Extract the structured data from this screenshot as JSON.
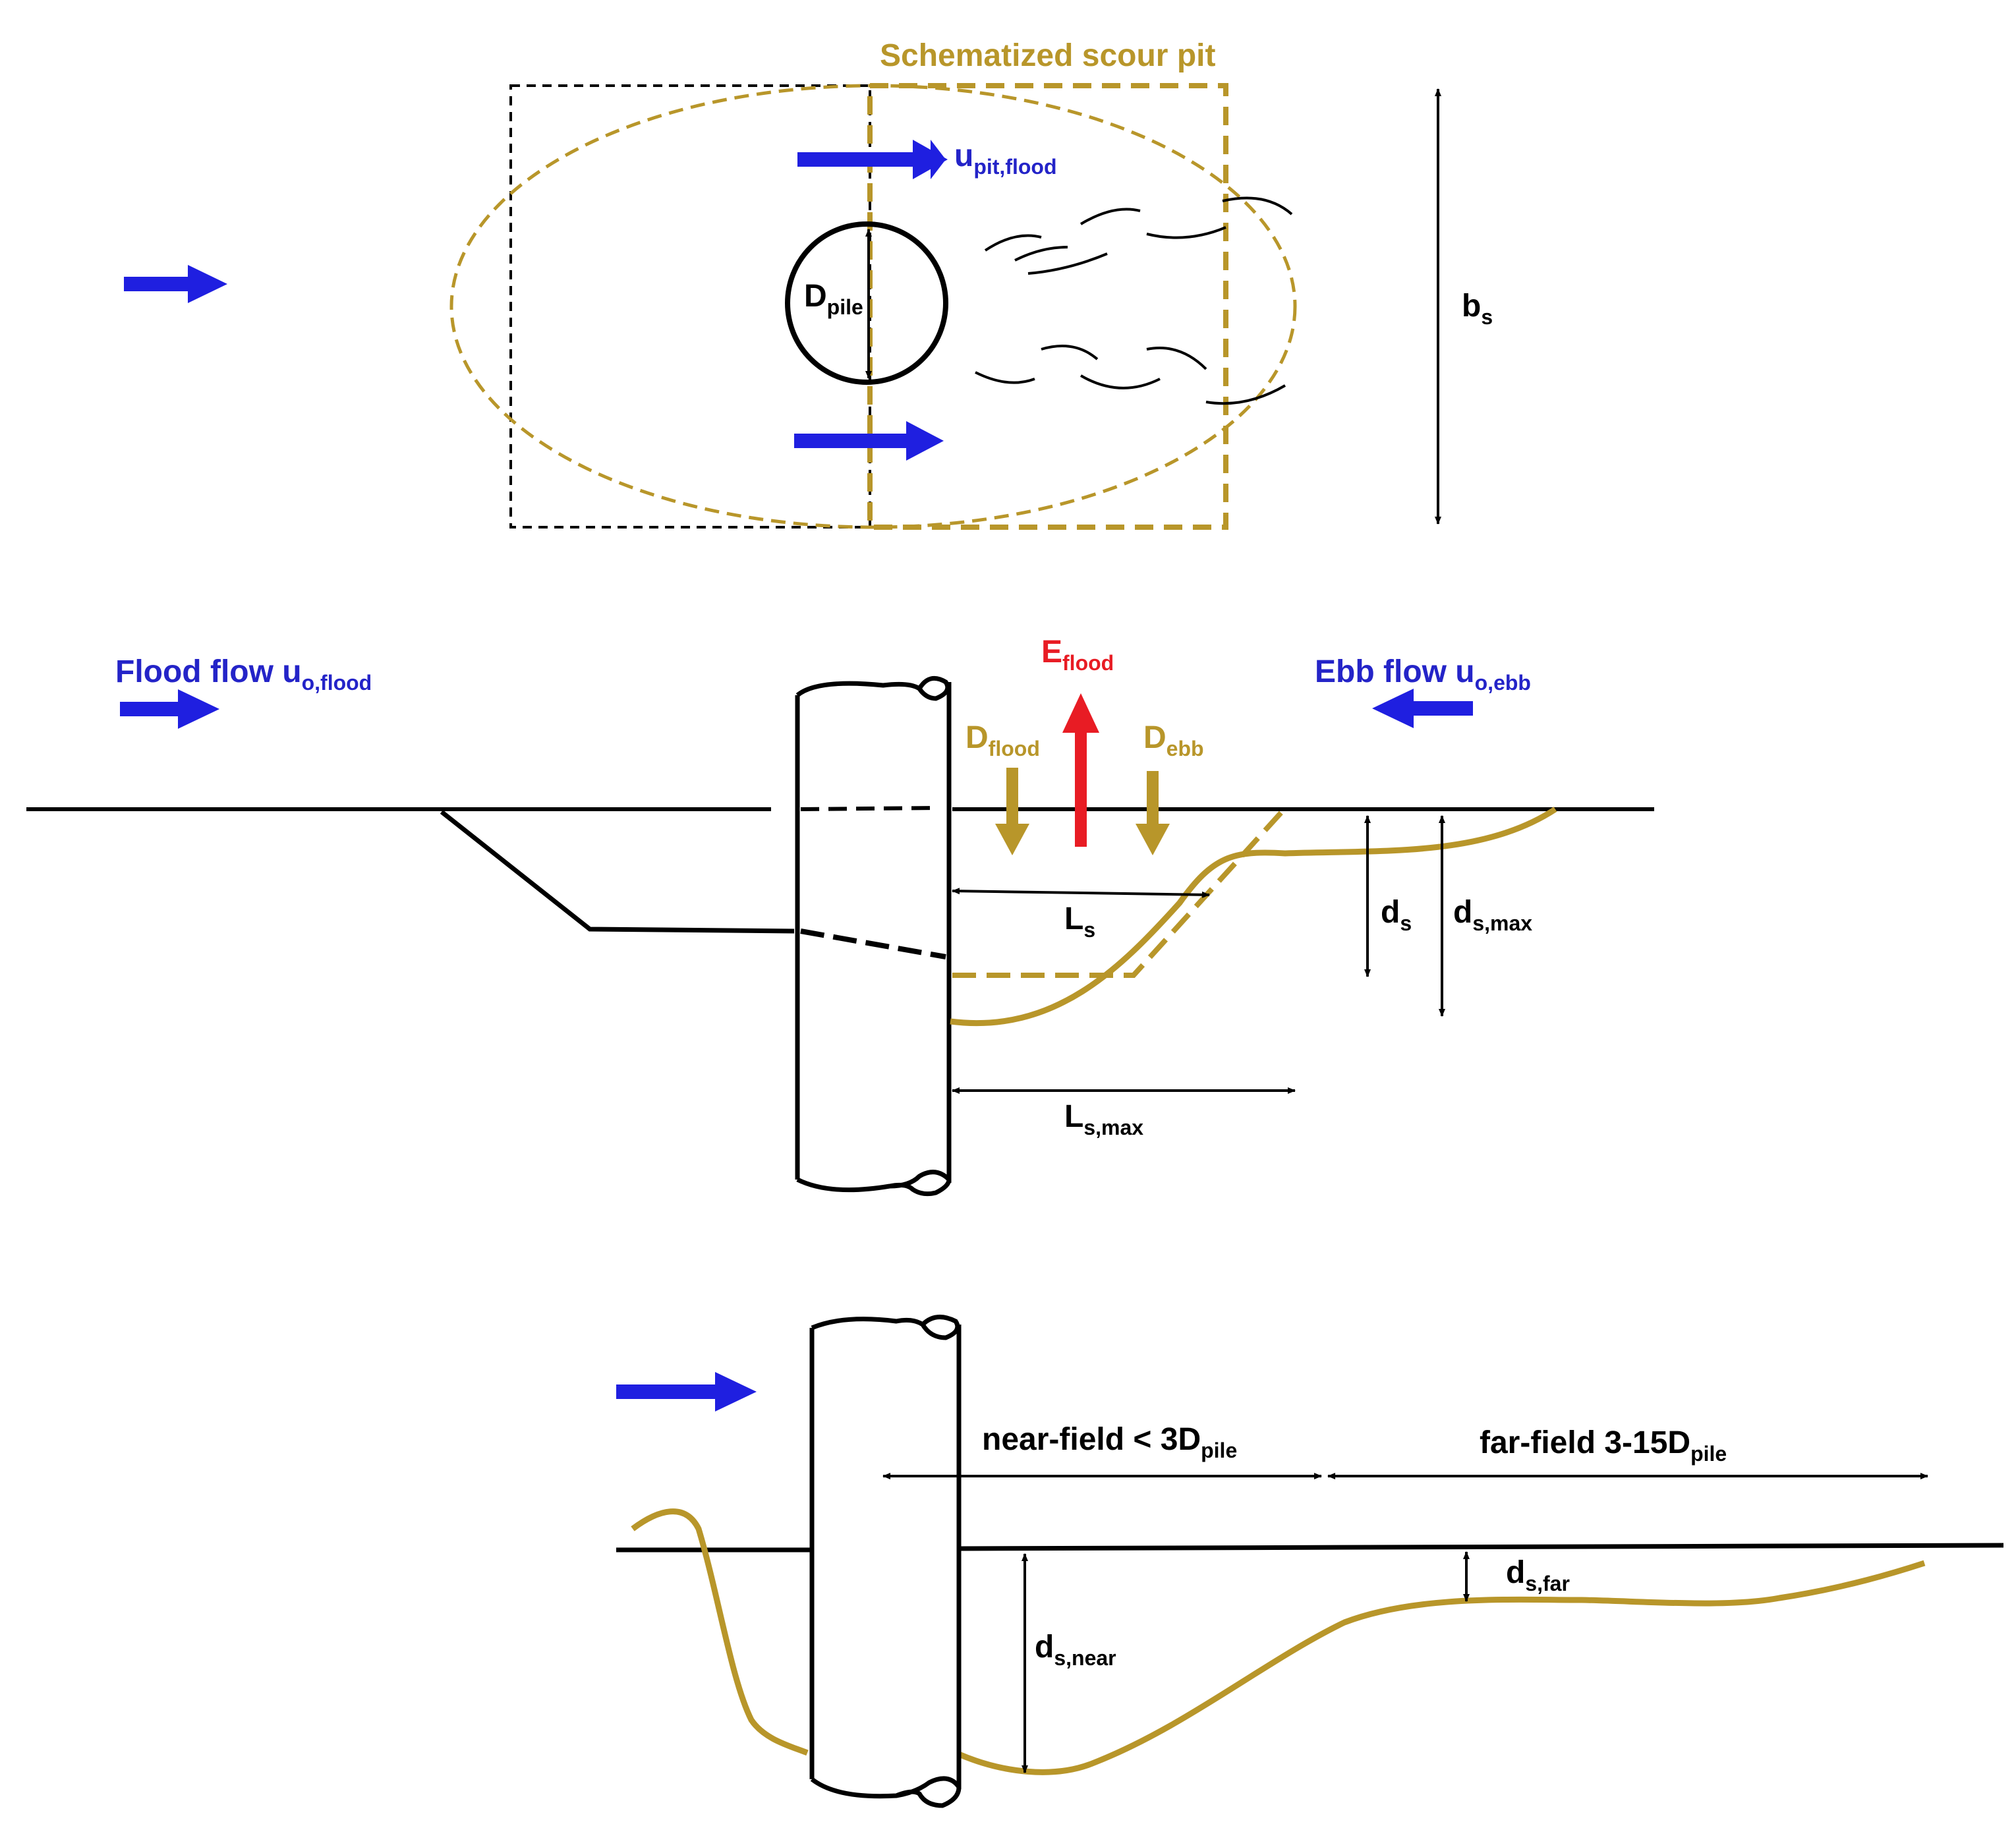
{
  "colors": {
    "flow_blue": "#1f1fe0",
    "label_blue": "#2424c8",
    "pit_gold": "#b8962a",
    "label_gold": "#b8962a",
    "erosion_red": "#e81c24",
    "line_black": "#000000"
  },
  "plan_view": {
    "pit_title": "Schematized scour pit",
    "u_pit": {
      "main": "u",
      "sub": "pit,flood"
    },
    "d_pile": {
      "main": "D",
      "sub": "pile"
    },
    "b_s": {
      "main": "b",
      "sub": "s"
    }
  },
  "side_view": {
    "flood_flow": {
      "main": "Flood flow u",
      "sub": "o,flood"
    },
    "ebb_flow": {
      "main": "Ebb flow u",
      "sub": "o,ebb"
    },
    "e_flood": {
      "main": "E",
      "sub": "flood"
    },
    "d_flood": {
      "main": "D",
      "sub": "flood"
    },
    "d_ebb": {
      "main": "D",
      "sub": "ebb"
    },
    "l_s": {
      "main": "L",
      "sub": "s"
    },
    "d_s": {
      "main": "d",
      "sub": "s"
    },
    "d_s_max": {
      "main": "d",
      "sub": "s,max"
    },
    "l_s_max": {
      "main": "L",
      "sub": "s,max"
    }
  },
  "field_view": {
    "near_field": {
      "main": "near-field < 3D",
      "sub": "pile"
    },
    "far_field": {
      "main": "far-field  3-15D",
      "sub": "pile"
    },
    "d_s_far": {
      "main": "d",
      "sub": "s,far"
    },
    "d_s_near": {
      "main": "d",
      "sub": "s,near"
    }
  }
}
